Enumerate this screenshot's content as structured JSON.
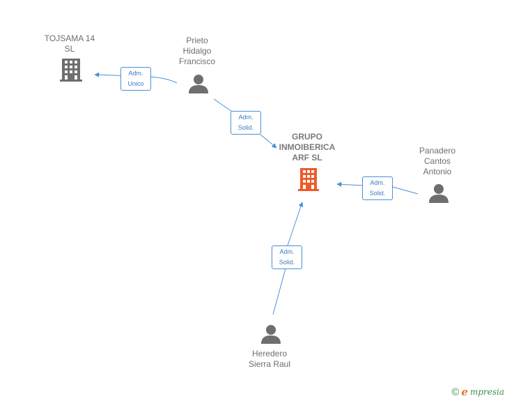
{
  "colors": {
    "edge": "#4a8fd6",
    "company_main": "#f05a28",
    "company": "#6e6e6e",
    "person": "#6e6e6e"
  },
  "nodes": {
    "tojsama": {
      "label": "TOJSAMA 14\nSL",
      "icon": "building-icon"
    },
    "prieto": {
      "label": "Prieto\nHidalgo\nFrancisco",
      "icon": "person-icon"
    },
    "grupo": {
      "label": "GRUPO\nINMOIBERICA\nARF  SL",
      "icon": "building-icon"
    },
    "panadero": {
      "label": "Panadero\nCantos\nAntonio",
      "icon": "person-icon"
    },
    "heredero": {
      "label": "Heredero\nSierra Raul",
      "icon": "person-icon"
    }
  },
  "edges": {
    "prieto_tojsama": "Adm.\nUnico",
    "prieto_grupo": "Adm.\nSolid.",
    "panadero_grupo": "Adm.\nSolid.",
    "heredero_grupo": "Adm.\nSolid."
  },
  "footer": {
    "copyright": "©",
    "brand_initial": "e",
    "brand_rest": "mpresia"
  }
}
